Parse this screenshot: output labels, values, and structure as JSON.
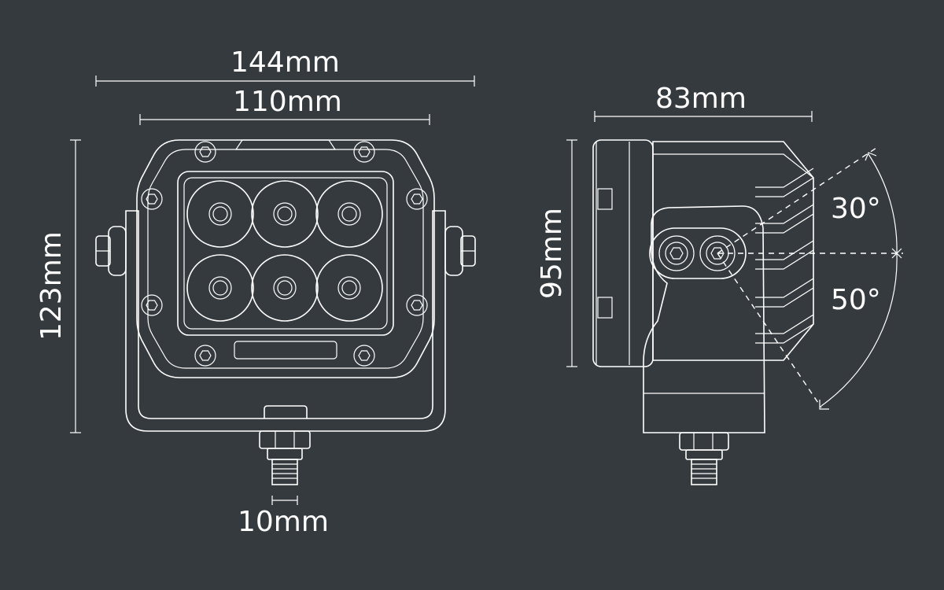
{
  "colors": {
    "background": "#353a3e",
    "line": "#ffffff"
  },
  "front_view": {
    "width_overall": "144mm",
    "width_housing": "110mm",
    "height_overall": "123mm",
    "bolt_diameter": "10mm",
    "led_count": 6
  },
  "side_view": {
    "depth": "83mm",
    "height": "95mm",
    "tilt_up": "30°",
    "tilt_down": "50°"
  }
}
